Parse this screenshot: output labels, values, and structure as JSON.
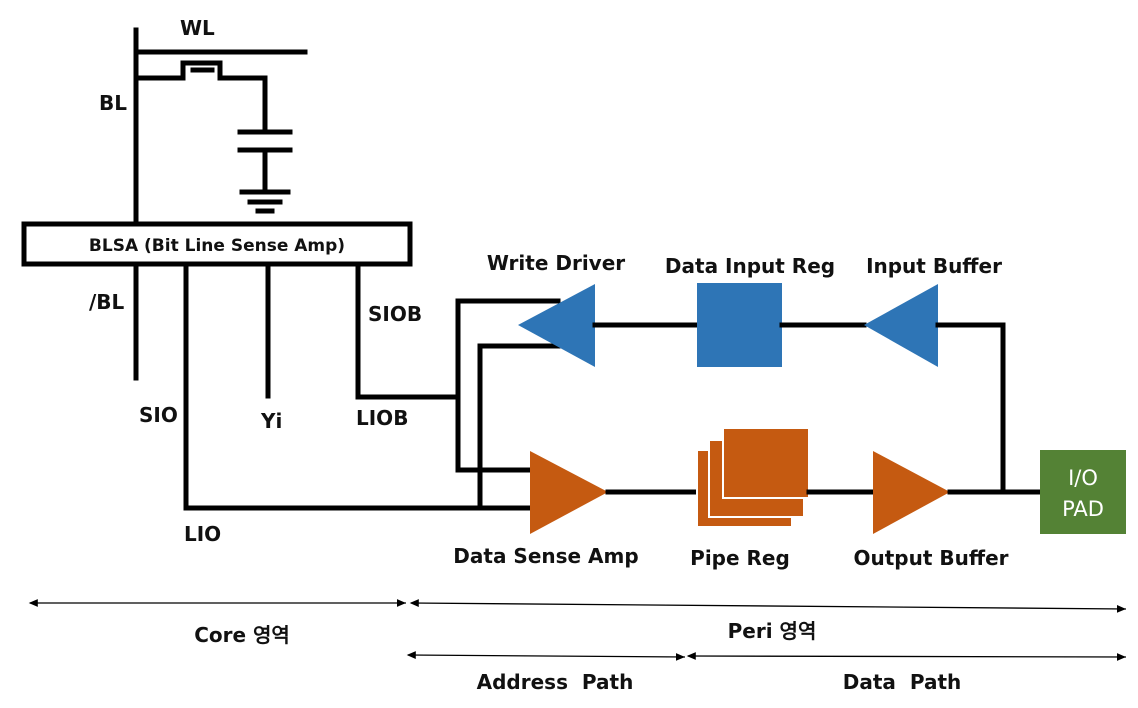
{
  "colors": {
    "blue": "#2e75b6",
    "orange": "#c55a11",
    "green": "#548235",
    "line": "#000000"
  },
  "cell": {
    "wl_label": "WL",
    "bl_label": "BL",
    "blb_label": "/BL",
    "blsa_label": "BLSA (Bit Line Sense Amp)"
  },
  "signals": {
    "sio": "SIO",
    "yi": "Yi",
    "siob": "SIOB",
    "liob": "LIOB",
    "lio": "LIO"
  },
  "blocks": {
    "write_driver": "Write Driver",
    "data_input_reg": "Data Input Reg",
    "input_buffer": "Input Buffer",
    "data_sense_amp": "Data Sense Amp",
    "pipe_reg": "Pipe Reg",
    "output_buffer": "Output Buffer",
    "io_pad_line1": "I/O",
    "io_pad_line2": "PAD"
  },
  "regions": {
    "core": "Core 영역",
    "peri": "Peri 영역",
    "address_path": "Address  Path",
    "data_path": "Data  Path"
  }
}
